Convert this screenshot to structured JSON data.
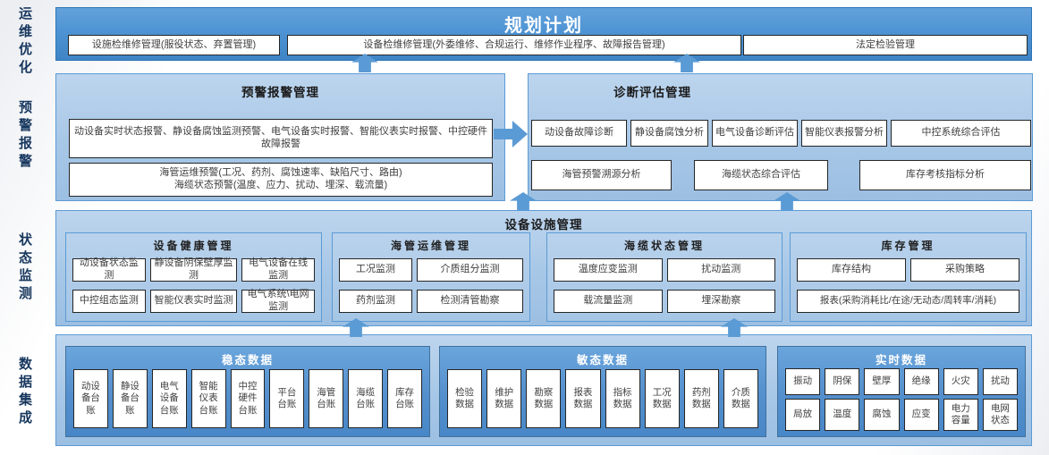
{
  "side_labels": {
    "ops": "运维优化",
    "alert": "预警报警",
    "status": "状态监测",
    "data": "数据集成"
  },
  "planning": {
    "title": "规划计划",
    "boxes": [
      "设施检维修管理(服役状态、弃置管理)",
      "设备检维修管理(外委维修、合规运行、维修作业程序、故障报告管理)",
      "法定检验管理"
    ]
  },
  "alerting": {
    "title": "预警报警管理",
    "box1": "动设备实时状态报警、静设备腐蚀监测预警、电气设备实时报警、智能仪表实时报警、中控硬件故障报警",
    "box2_line1": "海管运维预警(工况、药剂、腐蚀速率、缺陷尺寸、路由)",
    "box2_line2": "海缆状态预警(温度、应力、扰动、埋深、载流量)"
  },
  "diagnosis": {
    "title": "诊断评估管理",
    "row1": [
      "动设备故障诊断",
      "静设备腐蚀分析",
      "电气设备诊断评估",
      "智能仪表报警分析",
      "中控系统综合评估"
    ],
    "row2": [
      "海管预警溯源分析",
      "海缆状态综合评估",
      "库存考核指标分析"
    ]
  },
  "facility": {
    "title": "设备设施管理",
    "panels": [
      {
        "title": "设备健康管理",
        "row1": [
          "动设备状态监测",
          "静设备阴保壁厚监测",
          "电气设备在线监测"
        ],
        "row2": [
          "中控组态监测",
          "智能仪表实时监测",
          "电气系统\\电网监测"
        ]
      },
      {
        "title": "海管运维管理",
        "row1": [
          "工况监测",
          "介质组分监测"
        ],
        "row2": [
          "药剂监测",
          "检测清管勘察"
        ]
      },
      {
        "title": "海缆状态管理",
        "row1": [
          "温度应变监测",
          "扰动监测"
        ],
        "row2": [
          "载流量监测",
          "埋深勘察"
        ]
      },
      {
        "title": "库存管理",
        "row1": [
          "库存结构",
          "采购策略"
        ],
        "row2": [
          "报表(采购消耗比/在途/无动态/周转率/消耗)"
        ]
      }
    ]
  },
  "integration": {
    "panels": [
      {
        "title": "稳态数据",
        "items": [
          "动设备台账",
          "静设备台账",
          "电气设备台账",
          "智能仪表台账",
          "中控硬件台账",
          "平台台账",
          "海管台账",
          "海缆台账",
          "库存台账"
        ]
      },
      {
        "title": "敏态数据",
        "items": [
          "检验数据",
          "维护数据",
          "勘察数据",
          "报表数据",
          "指标数据",
          "工况数据",
          "药剂数据",
          "介质数据"
        ]
      },
      {
        "title": "实时数据",
        "row1": [
          "振动",
          "阴保",
          "壁厚",
          "绝缘",
          "火灾",
          "扰动"
        ],
        "row2": [
          "局放",
          "温度",
          "腐蚀",
          "应变",
          "电力容量",
          "电网状态"
        ]
      }
    ]
  },
  "colors": {
    "tier_dark": "#4e94d4",
    "tier_light": "#a7c7e7",
    "data_panel": "#548fcd",
    "arrow": "#5b9bd5",
    "side_label": "#17375e"
  }
}
